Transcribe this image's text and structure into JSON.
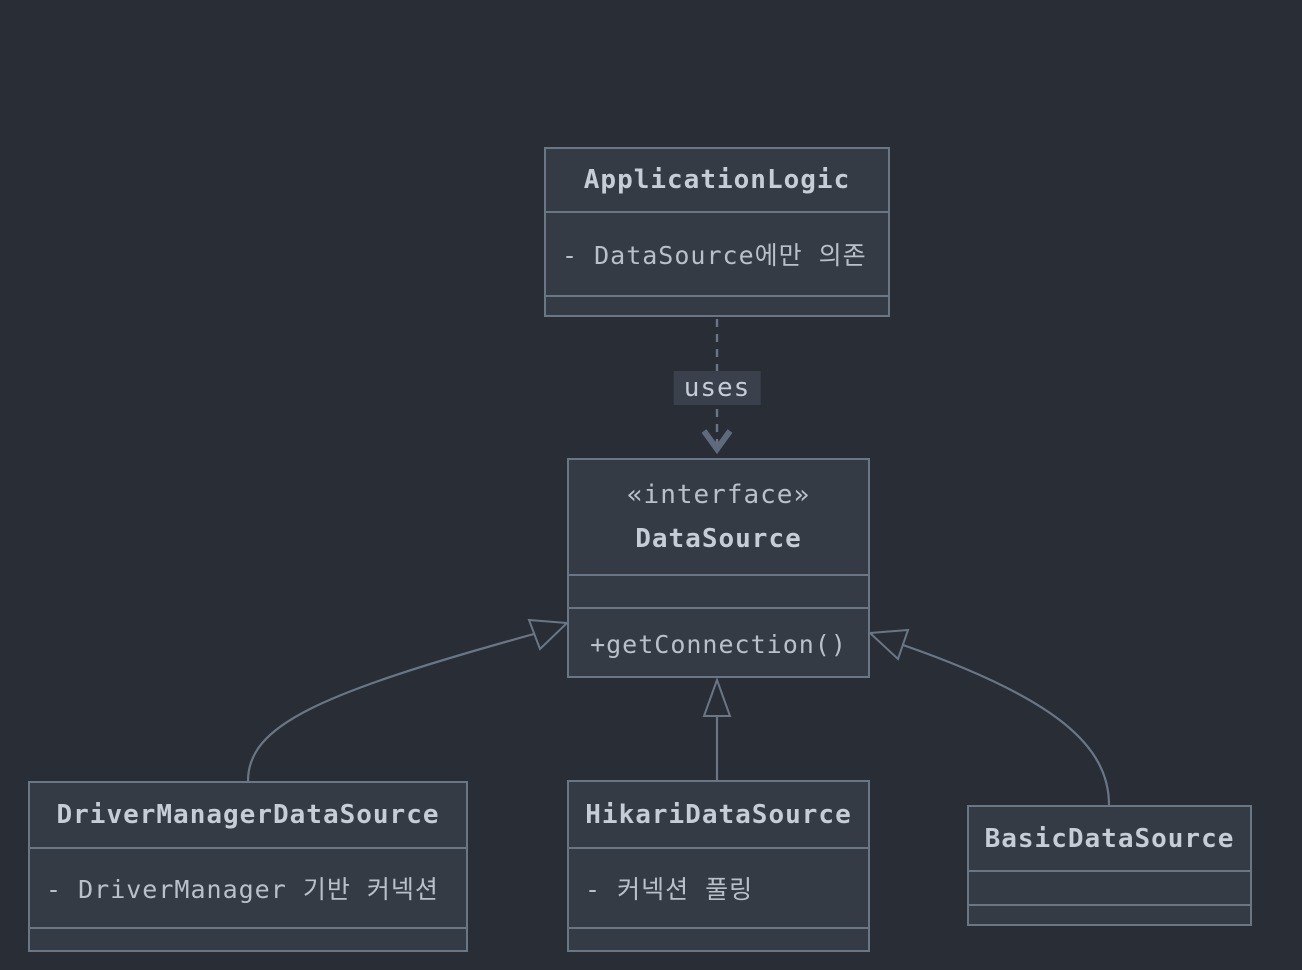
{
  "colors": {
    "background": "#282d36",
    "box_fill": "#343b45",
    "border": "#6b7685",
    "text": "#b9c0ca",
    "title_text": "#c7cdd6",
    "line": "#6b7685",
    "arrowhead_fill": "#5f6b7d",
    "label_bg": "#3a414c"
  },
  "classes": {
    "application_logic": {
      "title": "ApplicationLogic",
      "attribute": "- DataSource에만 의존"
    },
    "datasource": {
      "stereotype": "«interface»",
      "title": "DataSource",
      "method": "+getConnection()"
    },
    "driver_manager_datasource": {
      "title": "DriverManagerDataSource",
      "attribute": "- DriverManager 기반 커넥션"
    },
    "hikari_datasource": {
      "title": "HikariDataSource",
      "attribute": "- 커넥션 풀링"
    },
    "basic_datasource": {
      "title": "BasicDataSource"
    }
  },
  "edges": {
    "dependency_label": "uses"
  }
}
